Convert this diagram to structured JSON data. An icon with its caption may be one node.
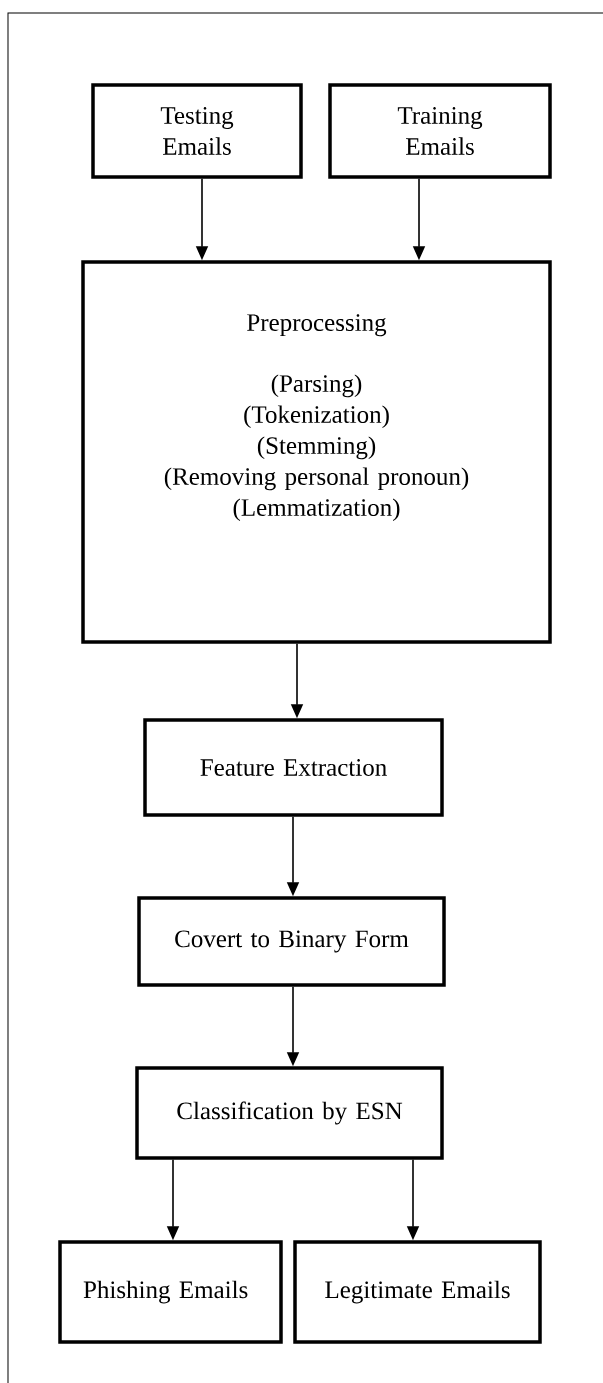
{
  "diagram": {
    "nodes": [
      {
        "text": [
          "Testing Emails"
        ]
      },
      {
        "text": [
          "Training Emails"
        ]
      },
      {
        "text": [
          "Preprocessing",
          "(Parsing)",
          "(Tokenization)",
          "(Stemming)",
          "(Removing personal pronoun)",
          "(Lemmatization)"
        ]
      },
      {
        "text": [
          "Feature Extraction"
        ]
      },
      {
        "text": [
          "Covert to Binary Form"
        ]
      },
      {
        "text": [
          "Classification by ESN"
        ]
      },
      {
        "text": [
          "Phishing Emails"
        ]
      },
      {
        "text": [
          "Legitimate Emails"
        ]
      }
    ],
    "edges": [
      {
        "from": 0,
        "to": 2,
        "arrow": "to"
      },
      {
        "from": 1,
        "to": 2,
        "arrow": "to"
      },
      {
        "from": 2,
        "to": 3,
        "arrow": "to"
      },
      {
        "from": 3,
        "to": 4,
        "arrow": "to"
      },
      {
        "from": 4,
        "to": 5,
        "arrow": "to"
      },
      {
        "from": 5,
        "to": 6,
        "arrow": "to"
      },
      {
        "from": 5,
        "to": 7,
        "arrow": "to"
      }
    ]
  }
}
